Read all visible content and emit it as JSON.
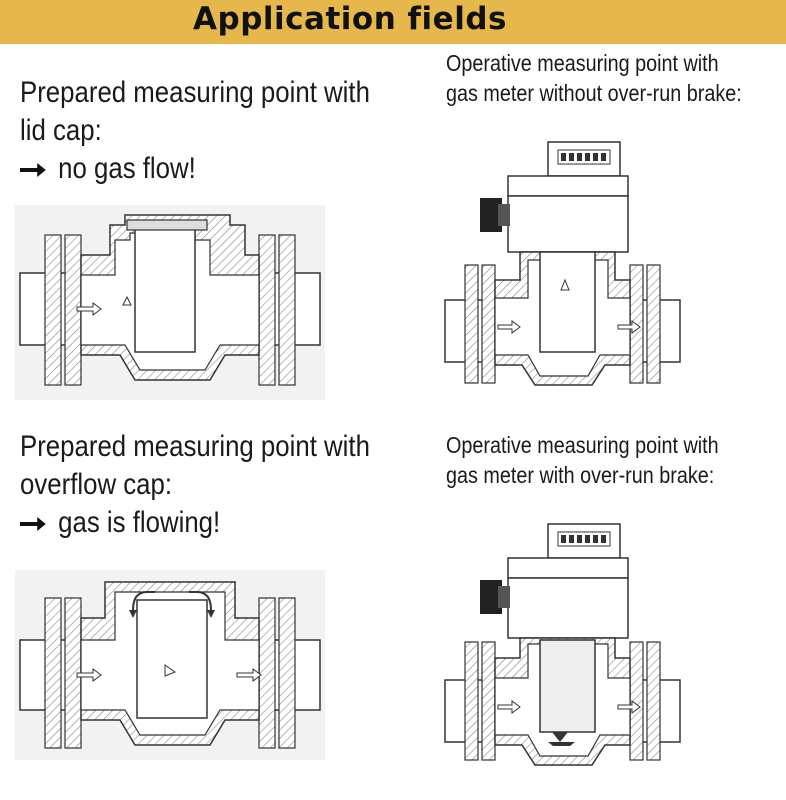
{
  "header": {
    "title": "Application fields",
    "background": "#e6b84c"
  },
  "panels": [
    {
      "id": "top-left",
      "lines": [
        "Prepared measuring point with",
        "lid cap:"
      ],
      "result": "no gas flow!"
    },
    {
      "id": "top-right",
      "lines": [
        "Operative measuring point with",
        "gas meter without over-run brake:"
      ]
    },
    {
      "id": "bottom-left",
      "lines": [
        "Prepared measuring point with",
        "overflow cap:"
      ],
      "result": "gas is flowing!"
    },
    {
      "id": "bottom-right",
      "lines": [
        "Operative measuring point with",
        "gas meter with over-run brake:"
      ]
    }
  ],
  "icons": {
    "arrow": "right-arrow-icon"
  }
}
